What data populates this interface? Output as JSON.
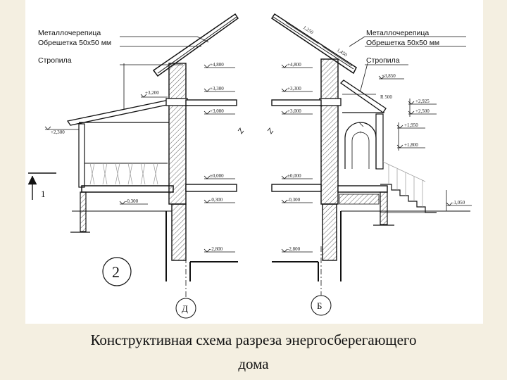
{
  "caption": {
    "line1": "Конструктивная схема разреза энергосберегающего",
    "line2": "дома"
  },
  "drawing": {
    "left_labels": [
      "Металлочерепица",
      "Обрешетка 50х50 мм",
      "Стропила"
    ],
    "right_labels": [
      "Металлочерепица",
      "Обрешетка 50х50 мм",
      "Стропила"
    ],
    "left_levels": [
      "+4,800",
      "+3,300",
      "+3,000",
      "±0,000",
      "-0,300",
      "-2,800",
      "-0,300",
      "+3,200",
      "+2,300"
    ],
    "right_levels": [
      "+4,800",
      "+3,300",
      "+3,000",
      "±0,000",
      "-0,300",
      "-2,800",
      "+3,850",
      "+2,925",
      "+2,500",
      "+1,950",
      "+1,800",
      "-1,050"
    ],
    "roof_dims": [
      "1,250",
      "1,450"
    ],
    "arch_radius": "R 500",
    "plus_mark": "+",
    "section_mark": "1",
    "section_number": "2",
    "axis_left": "Д",
    "axis_right": "Б"
  }
}
